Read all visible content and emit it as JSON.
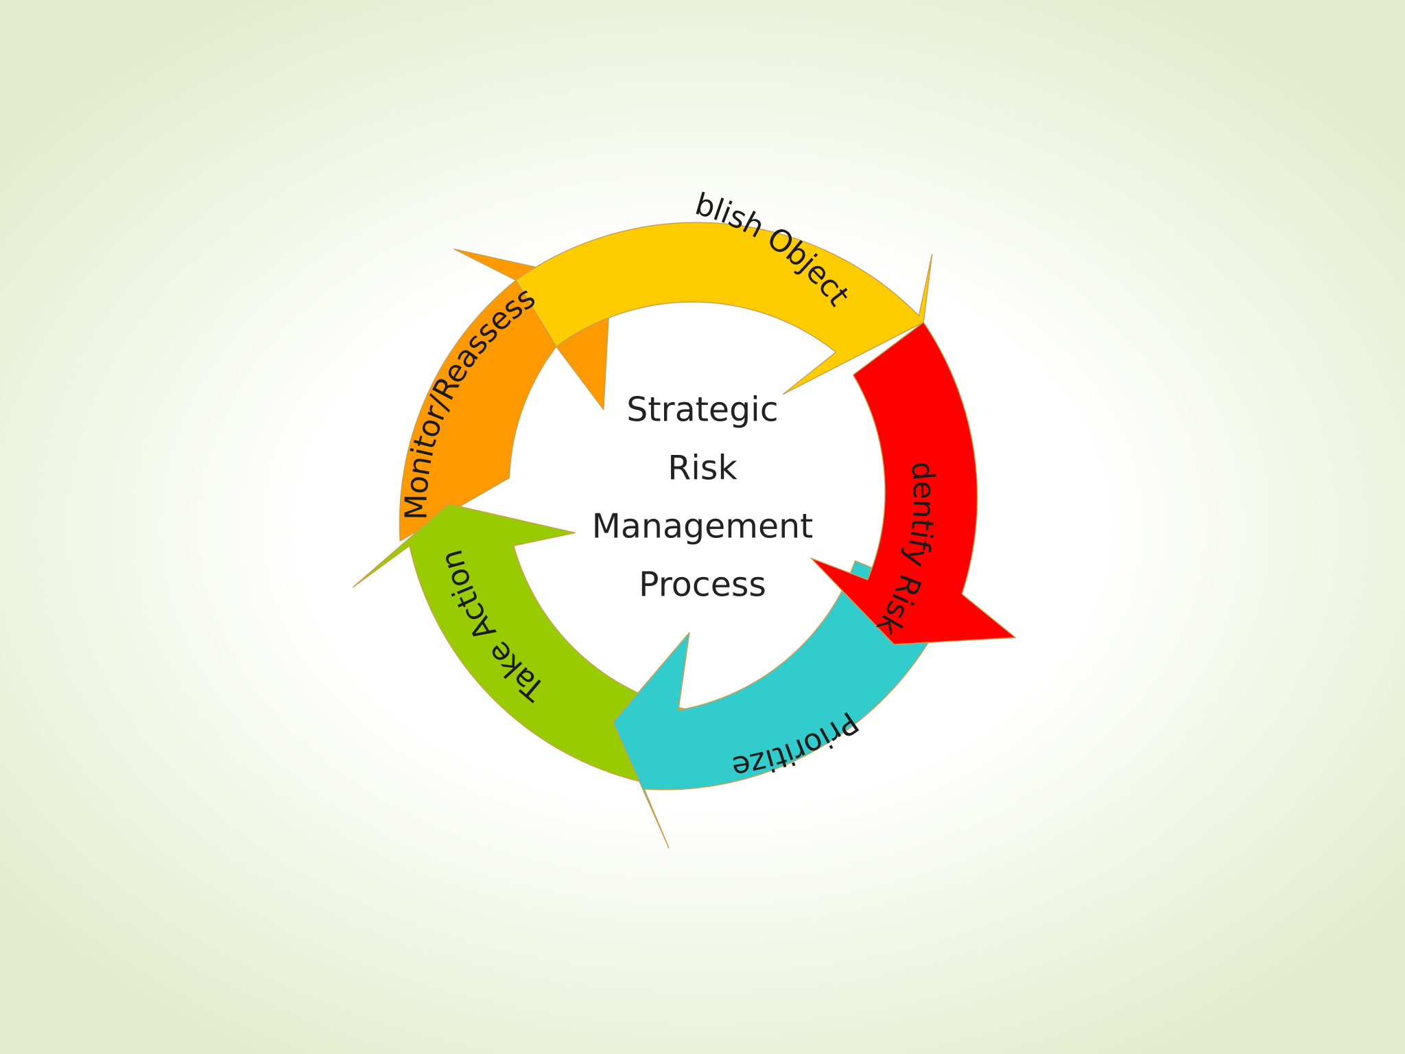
{
  "center": {
    "lines": [
      "Strategic",
      "Risk",
      "Management",
      "Process"
    ]
  },
  "cycle": {
    "steps": [
      {
        "label": "Establish Objectives",
        "color": "#ffcc00"
      },
      {
        "label": "Identify Risks",
        "color": "#ff0000"
      },
      {
        "label": "Prioritize",
        "color": "#33cccc"
      },
      {
        "label": "Take Action",
        "color": "#99cc00"
      },
      {
        "label": "Monitor/Reassess",
        "color": "#ff9900"
      }
    ]
  }
}
